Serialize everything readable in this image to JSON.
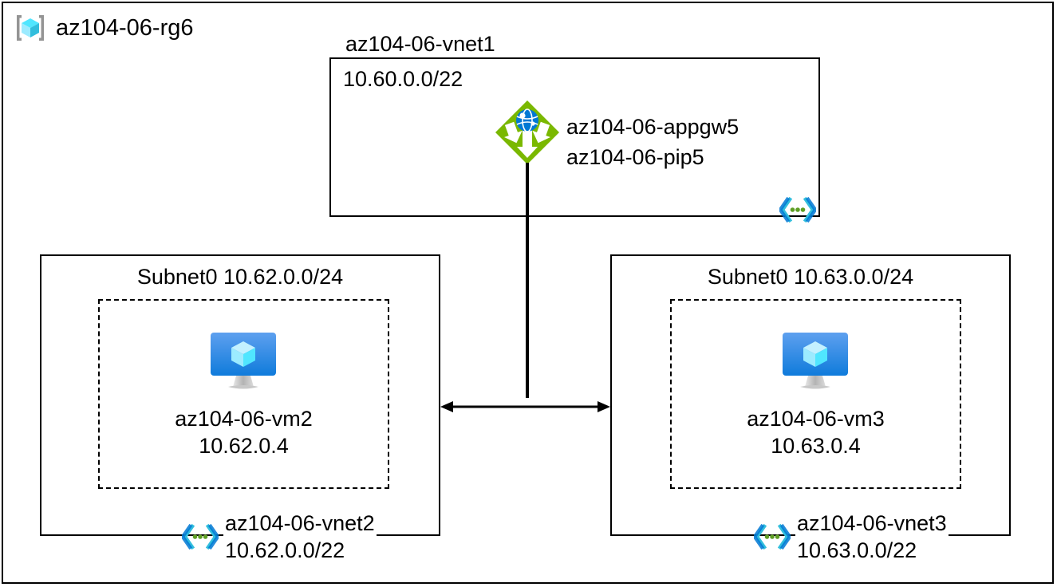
{
  "resource_group": {
    "name": "az104-06-rg6",
    "icon": "resource-group-cube-icon"
  },
  "vnet1": {
    "name": "az104-06-vnet1",
    "cidr": "10.60.0.0/22",
    "icon": "vnet-icon",
    "app_gateway": {
      "icon": "application-gateway-icon",
      "name": "az104-06-appgw5",
      "public_ip": "az104-06-pip5"
    }
  },
  "vnet2": {
    "subnet_title": "Subnet0 10.62.0.0/24",
    "vm": {
      "icon": "virtual-machine-icon",
      "name": "az104-06-vm2",
      "ip": "10.62.0.4"
    },
    "badge": {
      "icon": "vnet-icon",
      "name": "az104-06-vnet2",
      "cidr": "10.62.0.0/22"
    }
  },
  "vnet3": {
    "subnet_title": "Subnet0 10.63.0.0/24",
    "vm": {
      "icon": "virtual-machine-icon",
      "name": "az104-06-vm3",
      "ip": "10.63.0.4"
    },
    "badge": {
      "icon": "vnet-icon",
      "name": "az104-06-vnet3",
      "cidr": "10.63.0.0/22"
    }
  },
  "connectors": {
    "gateway_to_peering": "vertical-line",
    "vnet2_to_vnet3": "double-headed-arrow"
  },
  "colors": {
    "appgw_green": "#7AB800",
    "azure_blue": "#0078D4",
    "vnet_cyan": "#32BEDD",
    "vnet_dot_green": "#5E9E24",
    "cube_cyan": "#50E6FF",
    "line_black": "#000000",
    "bracket_gray": "#949494"
  }
}
